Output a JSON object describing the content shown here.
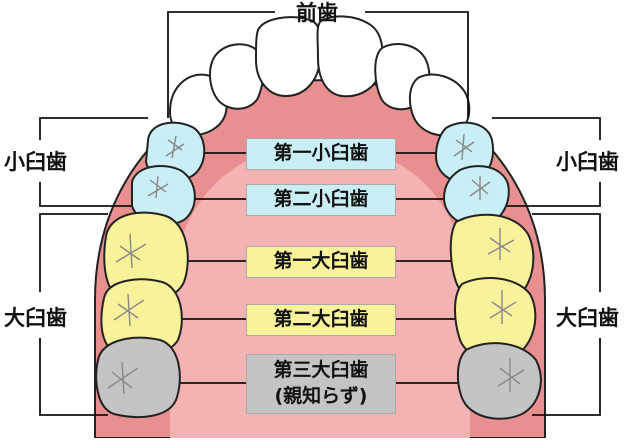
{
  "labels": {
    "front": "前歯",
    "premolar_left": "小臼歯",
    "premolar_right": "小臼歯",
    "molar_left": "大臼歯",
    "molar_right": "大臼歯"
  },
  "boxes": {
    "first_premolar": "第一小臼歯",
    "second_premolar": "第二小臼歯",
    "first_molar": "第一大臼歯",
    "second_molar": "第二大臼歯",
    "third_molar": "第三大臼歯",
    "third_molar_note": "(親知らず)"
  },
  "colors": {
    "gum": "#e88f8f",
    "palate": "#f4b3b3",
    "premolar": "#c9eef4",
    "molar": "#f8f29a",
    "wisdom": "#c4c4c4",
    "front_tooth": "#ffffff"
  }
}
